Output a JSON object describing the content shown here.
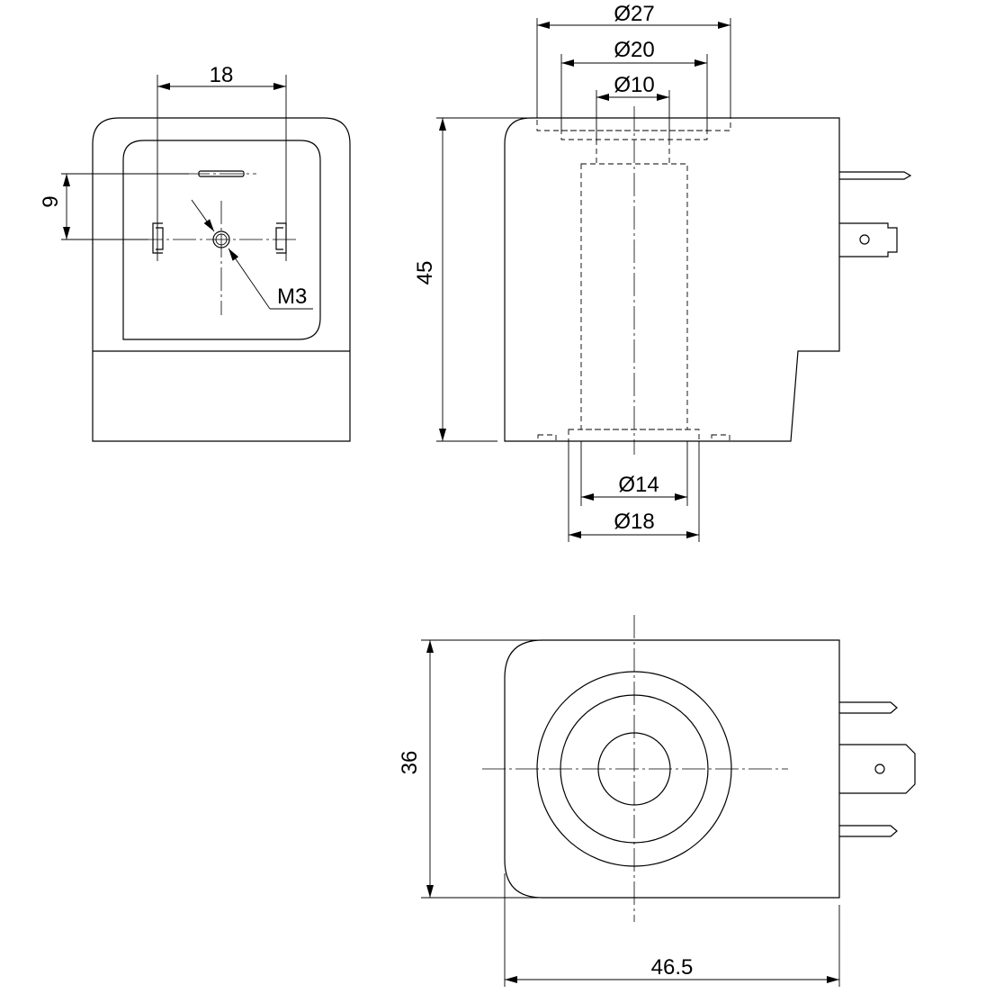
{
  "dimensions": {
    "front_width": "18",
    "front_height": "9",
    "thread": "M3",
    "dia_27": "Ø27",
    "dia_20": "Ø20",
    "dia_10": "Ø10",
    "height_45": "45",
    "dia_14": "Ø14",
    "dia_18": "Ø18",
    "height_36": "36",
    "length_46_5": "46.5"
  }
}
